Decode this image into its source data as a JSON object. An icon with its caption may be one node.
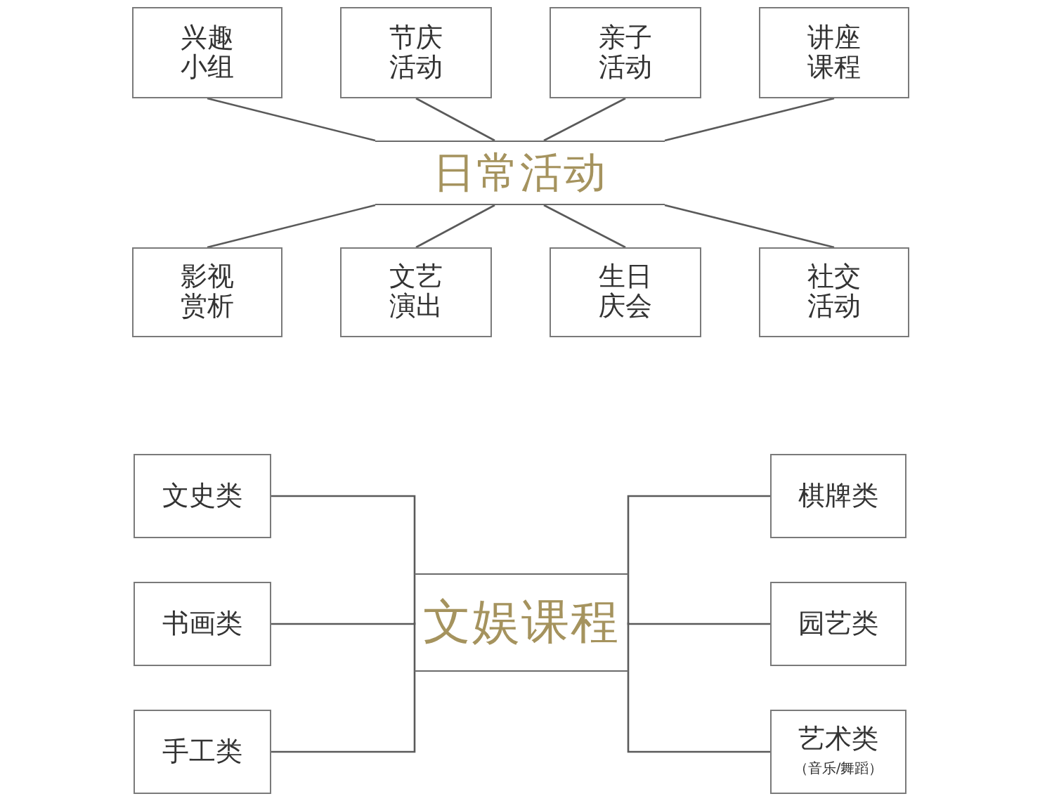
{
  "diagram": {
    "nodes": [
      {
        "text": [
          "兴趣小组"
        ]
      },
      {
        "text": [
          "节庆活动"
        ]
      },
      {
        "text": [
          "亲子活动"
        ]
      },
      {
        "text": [
          "讲座课程"
        ]
      },
      {
        "text": [
          "日常活动"
        ]
      },
      {
        "text": [
          "影视赏析"
        ]
      },
      {
        "text": [
          "文艺演出"
        ]
      },
      {
        "text": [
          "生日庆会"
        ]
      },
      {
        "text": [
          "社交活动"
        ]
      },
      {
        "text": [
          "文史类"
        ]
      },
      {
        "text": [
          "书画类"
        ]
      },
      {
        "text": [
          "手工类"
        ]
      },
      {
        "text": [
          "文娱课程"
        ]
      },
      {
        "text": [
          "棋牌类"
        ]
      },
      {
        "text": [
          "园艺类"
        ]
      },
      {
        "text": [
          "艺术类",
          "（音乐/舞蹈）"
        ]
      }
    ],
    "edges": [
      {
        "from": 4,
        "to": 0,
        "arrow": "none"
      },
      {
        "from": 4,
        "to": 1,
        "arrow": "none"
      },
      {
        "from": 4,
        "to": 2,
        "arrow": "none"
      },
      {
        "from": 4,
        "to": 3,
        "arrow": "none"
      },
      {
        "from": 4,
        "to": 5,
        "arrow": "none"
      },
      {
        "from": 4,
        "to": 6,
        "arrow": "none"
      },
      {
        "from": 4,
        "to": 7,
        "arrow": "none"
      },
      {
        "from": 4,
        "to": 8,
        "arrow": "none"
      },
      {
        "from": 12,
        "to": 9,
        "arrow": "none"
      },
      {
        "from": 12,
        "to": 10,
        "arrow": "none"
      },
      {
        "from": 12,
        "to": 11,
        "arrow": "none"
      },
      {
        "from": 12,
        "to": 13,
        "arrow": "none"
      },
      {
        "from": 12,
        "to": 14,
        "arrow": "none"
      },
      {
        "from": 12,
        "to": 15,
        "arrow": "none"
      }
    ]
  }
}
